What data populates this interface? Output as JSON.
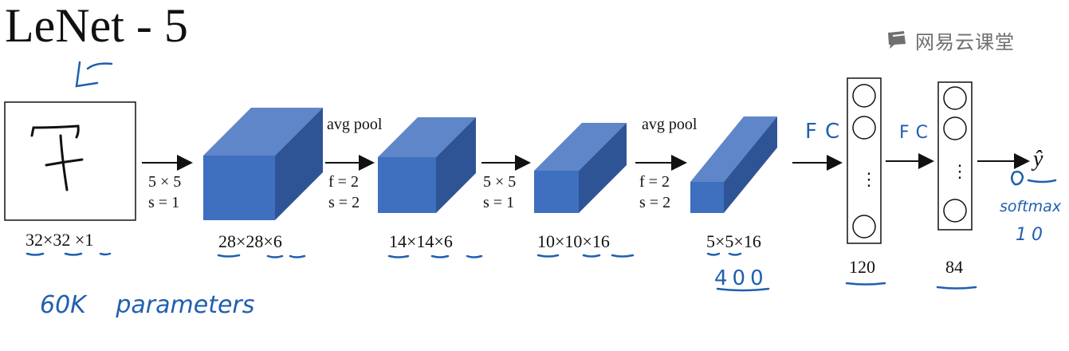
{
  "title": "LeNet - 5",
  "watermark": {
    "icon": "cloud-classroom-logo-icon",
    "text": "网易云课堂"
  },
  "colors": {
    "box_front": "#3f6fbf",
    "box_top": "#5f86c9",
    "box_side": "#2f5496",
    "annotation": "#1f5fb0"
  },
  "layers": [
    {
      "dims": "32×32 ×1",
      "digit": "7"
    },
    {
      "dims": "28×28×6"
    },
    {
      "dims": "14×14×6"
    },
    {
      "dims": "10×10×16"
    },
    {
      "dims": "5×5×16"
    },
    {
      "dims": "120"
    },
    {
      "dims": "84"
    }
  ],
  "operations": [
    {
      "line1": "5 × 5",
      "line2": "s = 1"
    },
    {
      "title": "avg pool",
      "line1": "f = 2",
      "line2": "s = 2"
    },
    {
      "line1": "5 × 5",
      "line2": "s = 1"
    },
    {
      "title": "avg pool",
      "line1": "f = 2",
      "line2": "s = 2"
    }
  ],
  "fc_dots": "⋮",
  "output_symbol": "ŷ",
  "handwritten": {
    "fc1": "FC",
    "fc2": "FC",
    "flatten_size": "400",
    "softmax": "softmax",
    "softmax_n": "10",
    "params": "60K parameters"
  }
}
